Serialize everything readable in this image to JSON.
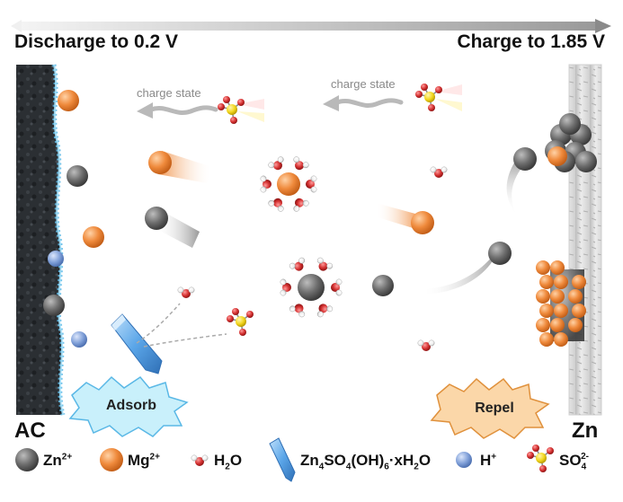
{
  "headings": {
    "left": "Discharge to 0.2 V",
    "right": "Charge to 1.85 V"
  },
  "electrodes": {
    "left": "AC",
    "right": "Zn"
  },
  "charge_state": {
    "left": "charge state",
    "right": "charge state"
  },
  "bursts": {
    "left": "Adsorb",
    "right": "Repel"
  },
  "legend": {
    "zn": {
      "base": "Zn",
      "sup": "2+"
    },
    "mg": {
      "base": "Mg",
      "sup": "2+"
    },
    "water": {
      "pre": "H",
      "sub": "2",
      "post": "O"
    },
    "zhs": {
      "t1": "Zn",
      "s1": "4",
      "t2": "SO",
      "s2": "4",
      "t3": "(OH)",
      "s3": "6",
      "t4": "·xH",
      "s4": "2",
      "t5": "O"
    },
    "h": {
      "base": "H",
      "sup": "+"
    },
    "so4": {
      "base": "SO",
      "sub": "4",
      "sup": "2-"
    }
  },
  "colors": {
    "zn_ion": "#6e6e6e",
    "mg_ion": "#ef8a3c",
    "oxygen": "#d32f2f",
    "hydrogen": "#f2f2f2",
    "sulfur": "#f2d61e",
    "proton": "#7f9fd8",
    "carbon_electrode": "#2b2f33",
    "electrolyte_edge": "#5ab8e6",
    "zn_foil": "#dcdcdc",
    "adsorb_fill": "#c9f0fb",
    "repel_fill": "#fbd7a9"
  }
}
